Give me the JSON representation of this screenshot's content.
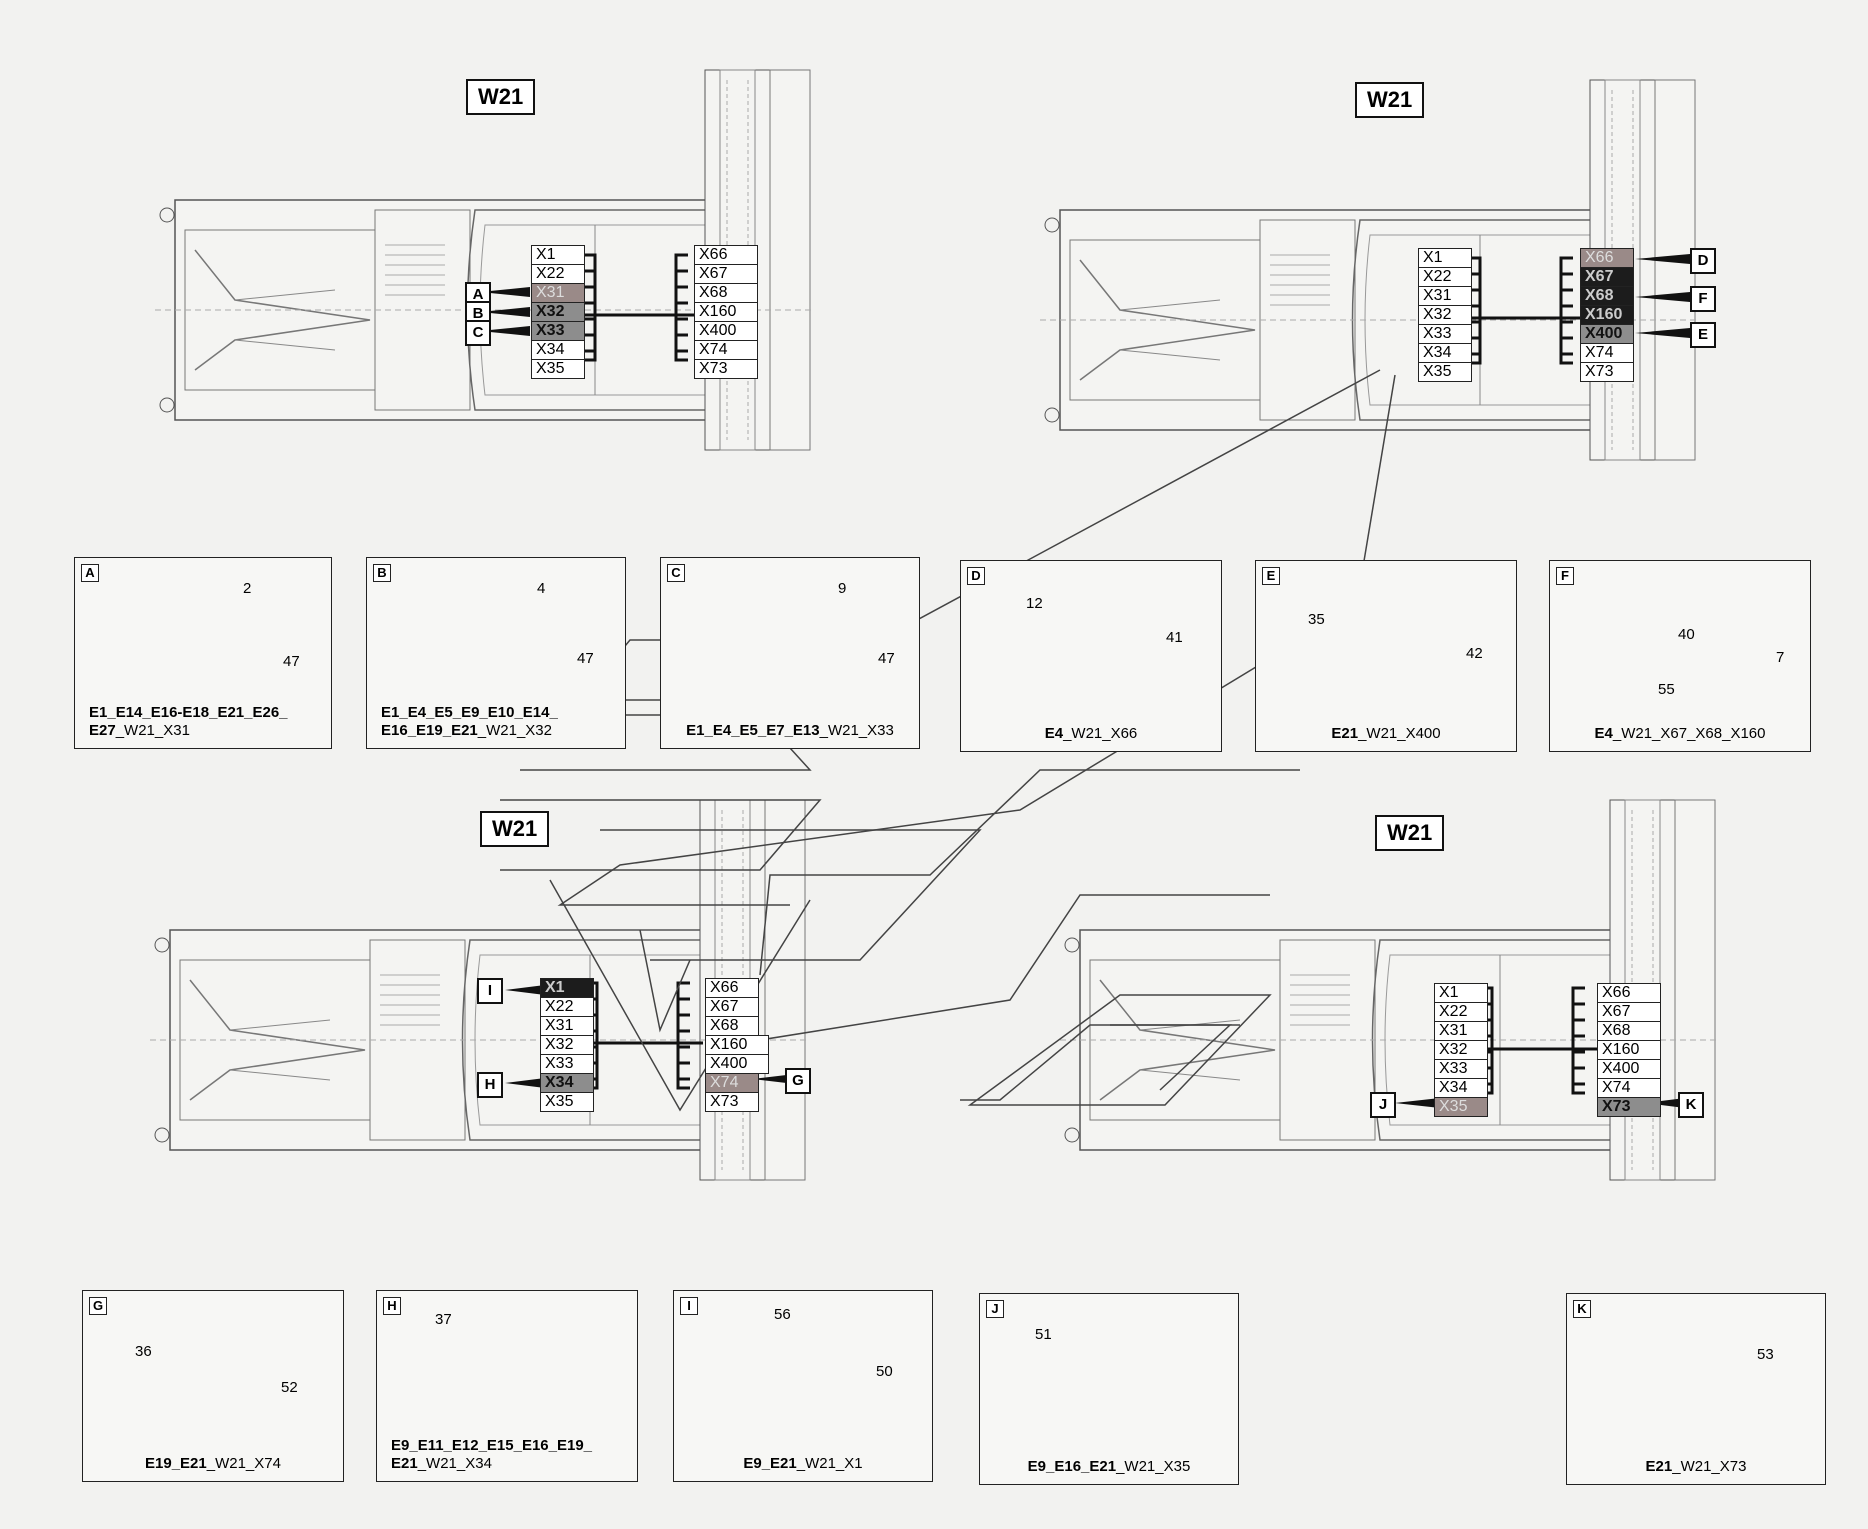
{
  "titles": {
    "tl": "W21",
    "tr": "W21",
    "bl": "W21",
    "br": "W21"
  },
  "left_pins": [
    "X1",
    "X22",
    "X31",
    "X32",
    "X33",
    "X34",
    "X35"
  ],
  "right_pins": [
    "X66",
    "X67",
    "X68",
    "X160",
    "X400",
    "X74",
    "X73"
  ],
  "tags": {
    "A": "A",
    "B": "B",
    "C": "C",
    "D": "D",
    "E": "E",
    "F": "F",
    "G": "G",
    "H": "H",
    "I": "I",
    "J": "J",
    "K": "K"
  },
  "panels": {
    "A": {
      "letter": "A",
      "n1": "2",
      "n2": "47",
      "cap_bold": "E1_E14_E16-E18_E21_E26_",
      "cap_bold2": "E27",
      "cap_rest": "_W21_X31"
    },
    "B": {
      "letter": "B",
      "n1": "4",
      "n2": "47",
      "cap_bold": "E1_E4_E5_E9_E10_E14_",
      "cap_bold2": "E16_E19_E21",
      "cap_rest": "_W21_X32"
    },
    "C": {
      "letter": "C",
      "n1": "9",
      "n2": "47",
      "cap_bold": "E1_E4_E5_E7_E13",
      "cap_rest": "_W21_X33"
    },
    "D": {
      "letter": "D",
      "n1": "12",
      "n2": "41",
      "cap_bold": "E4",
      "cap_rest": "_W21_X66"
    },
    "E": {
      "letter": "E",
      "n1": "35",
      "n2": "42",
      "cap_bold": "E21",
      "cap_rest": "_W21_X400"
    },
    "F": {
      "letter": "F",
      "n1": "40",
      "n2": "55",
      "n3": "7",
      "cap_bold": "E4",
      "cap_rest": "_W21_X67_X68_X160"
    },
    "G": {
      "letter": "G",
      "n1": "36",
      "n2": "52",
      "cap_bold": "E19_E21",
      "cap_rest": "_W21_X74"
    },
    "H": {
      "letter": "H",
      "n1": "37",
      "cap_bold": "E9_E11_E12_E15_E16_E19_",
      "cap_bold2": "E21",
      "cap_rest": "_W21_X34"
    },
    "I": {
      "letter": "I",
      "n1": "56",
      "n2": "50",
      "cap_bold": "E9_E21",
      "cap_rest": "_W21_X1"
    },
    "J": {
      "letter": "J",
      "n1": "51",
      "cap_bold": "E9_E16_E21",
      "cap_rest": "_W21_X35"
    },
    "K": {
      "letter": "K",
      "n1": "53",
      "cap_bold": "E21",
      "cap_rest": "_W21_X73"
    }
  }
}
